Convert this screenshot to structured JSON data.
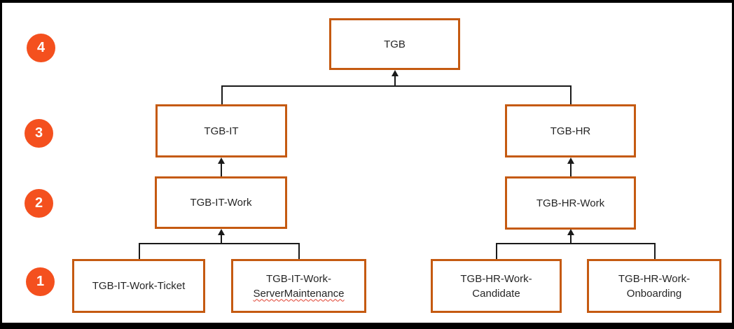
{
  "badges": [
    {
      "number": "4"
    },
    {
      "number": "3"
    },
    {
      "number": "2"
    },
    {
      "number": "1"
    }
  ],
  "nodes": {
    "tgb": {
      "line1": "TGB"
    },
    "tgb_it": {
      "line1": "TGB-IT"
    },
    "tgb_hr": {
      "line1": "TGB-HR"
    },
    "tgb_it_work": {
      "line1": "TGB-IT-Work"
    },
    "tgb_hr_work": {
      "line1": "TGB-HR-Work"
    },
    "tgb_it_work_ticket": {
      "line1": "TGB-IT-Work-Ticket"
    },
    "tgb_it_work_servermaintenance": {
      "line1": "TGB-IT-Work-",
      "line2": "ServerMaintenance"
    },
    "tgb_hr_work_candidate": {
      "line1": "TGB-HR-Work-",
      "line2": "Candidate"
    },
    "tgb_hr_work_onboarding": {
      "line1": "TGB-HR-Work-",
      "line2": "Onboarding"
    }
  },
  "hierarchy": {
    "root": "TGB",
    "children": [
      {
        "name": "TGB-IT",
        "children": [
          {
            "name": "TGB-IT-Work",
            "children": [
              {
                "name": "TGB-IT-Work-Ticket"
              },
              {
                "name": "TGB-IT-Work-ServerMaintenance"
              }
            ]
          }
        ]
      },
      {
        "name": "TGB-HR",
        "children": [
          {
            "name": "TGB-HR-Work",
            "children": [
              {
                "name": "TGB-HR-Work-Candidate"
              },
              {
                "name": "TGB-HR-Work-Onboarding"
              }
            ]
          }
        ]
      }
    ]
  },
  "colors": {
    "box_border": "#C55A11",
    "badge_fill": "#F4501E",
    "connector": "#1a1a1a",
    "text": "#262626",
    "spellcheck_underline": "#e0402f",
    "frame_border": "#000000"
  }
}
